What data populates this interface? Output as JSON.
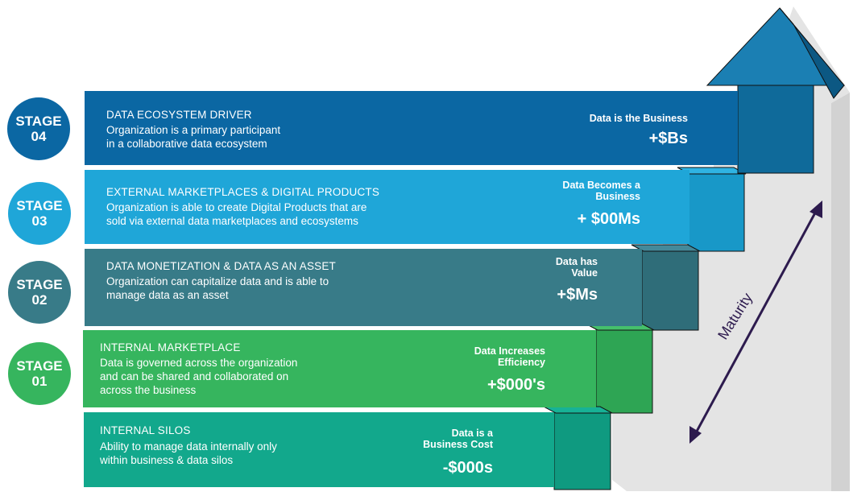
{
  "colors": {
    "stage4": "#0b67a3",
    "stage3": "#1fa6d8",
    "stage2": "#387b88",
    "stage1": "#36b55e",
    "silo": "#12a88c",
    "wall": "#e3e3e3",
    "arrow": "#1877a6",
    "maturity_line": "#2d1b4e"
  },
  "stages": [
    {
      "badge_word": "STAGE",
      "badge_number": "04",
      "title": "DATA ECOSYSTEM DRIVER",
      "description": "Organization is a primary participant\nin a collaborative data ecosystem",
      "value_heading": "Data is the Business",
      "value_amount": "+$Bs"
    },
    {
      "badge_word": "STAGE",
      "badge_number": "03",
      "title": "EXTERNAL MARKETPLACES & DIGITAL PRODUCTS",
      "description": "Organization is able to create Digital Products that are\nsold via external data marketplaces and ecosystems",
      "value_heading": "Data Becomes a\nBusiness",
      "value_amount": "+ $00Ms"
    },
    {
      "badge_word": "STAGE",
      "badge_number": "02",
      "title": "DATA MONETIZATION & DATA AS AN ASSET",
      "description": "Organization can capitalize data and is able to\nmanage data as an asset",
      "value_heading": "Data has\nValue",
      "value_amount": "+$Ms"
    },
    {
      "badge_word": "STAGE",
      "badge_number": "01",
      "title": "INTERNAL MARKETPLACE",
      "description": "Data is governed across the organization\nand can be shared and collaborated on\nacross the business",
      "value_heading": "Data Increases\nEfficiency",
      "value_amount": "+$000's"
    },
    {
      "badge_word": "",
      "badge_number": "",
      "title": "INTERNAL SILOS",
      "description": "Ability to manage data internally only\nwithin business & data silos",
      "value_heading": "Data is a\nBusiness Cost",
      "value_amount": "-$000s"
    }
  ],
  "maturity_label": "Maturity"
}
